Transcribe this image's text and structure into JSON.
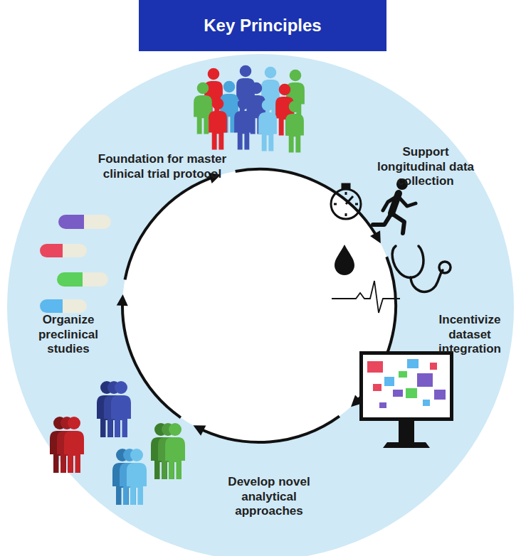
{
  "diagram": {
    "title": "Key Principles",
    "labels": [
      "Foundation for master clinical trial protocol",
      "Support longitudinal data collection",
      "Incentivize dataset integration",
      "Develop novel analytical approaches",
      "Organize preclinical studies"
    ]
  }
}
